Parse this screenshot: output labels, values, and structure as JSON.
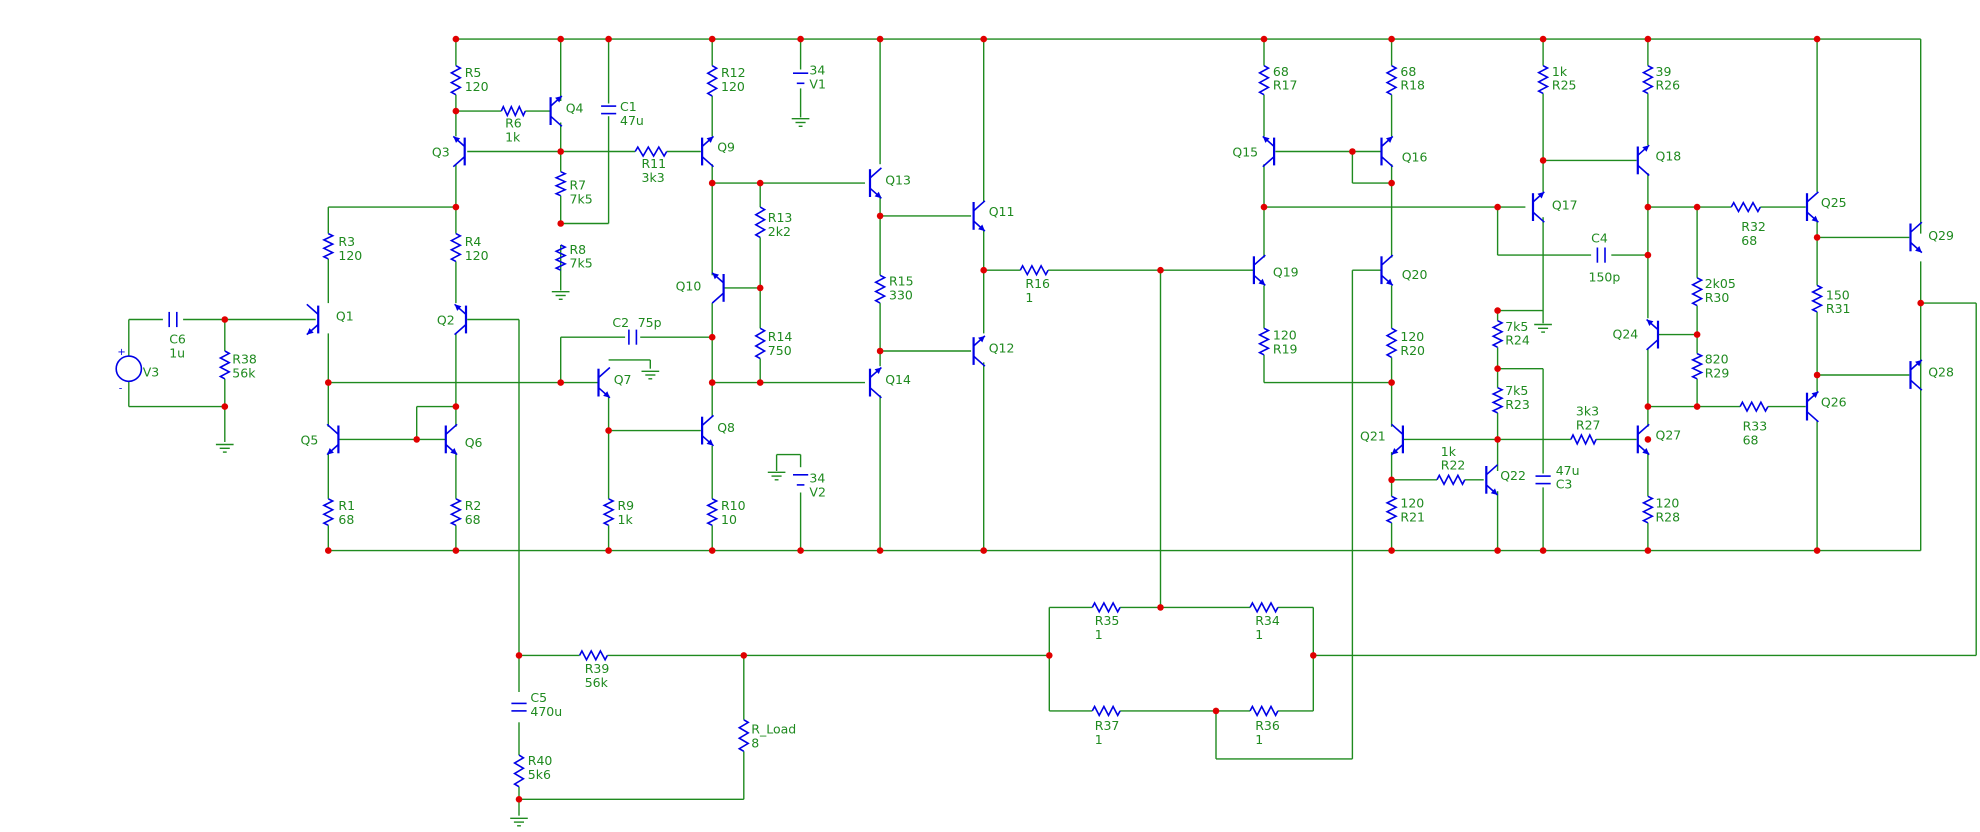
{
  "components": {
    "transistors": [
      "Q1",
      "Q2",
      "Q3",
      "Q4",
      "Q5",
      "Q6",
      "Q7",
      "Q8",
      "Q9",
      "Q10",
      "Q11",
      "Q12",
      "Q13",
      "Q14",
      "Q15",
      "Q16",
      "Q17",
      "Q18",
      "Q19",
      "Q20",
      "Q21",
      "Q22",
      "Q24",
      "Q25",
      "Q26",
      "Q27",
      "Q28",
      "Q29"
    ],
    "resistors": [
      {
        "ref": "R1",
        "value": "68"
      },
      {
        "ref": "R2",
        "value": "68"
      },
      {
        "ref": "R3",
        "value": "120"
      },
      {
        "ref": "R4",
        "value": "120"
      },
      {
        "ref": "R5",
        "value": "120"
      },
      {
        "ref": "R6",
        "value": "1k"
      },
      {
        "ref": "R7",
        "value": "7k5"
      },
      {
        "ref": "R8",
        "value": "7k5"
      },
      {
        "ref": "R9",
        "value": "1k"
      },
      {
        "ref": "R10",
        "value": "10"
      },
      {
        "ref": "R11",
        "value": "3k3"
      },
      {
        "ref": "R12",
        "value": "120"
      },
      {
        "ref": "R13",
        "value": "2k2"
      },
      {
        "ref": "R14",
        "value": "750"
      },
      {
        "ref": "R15",
        "value": "330"
      },
      {
        "ref": "R16",
        "value": "1"
      },
      {
        "ref": "R17",
        "value": "68"
      },
      {
        "ref": "R18",
        "value": "68"
      },
      {
        "ref": "R19",
        "value": "120"
      },
      {
        "ref": "R20",
        "value": "120"
      },
      {
        "ref": "R21",
        "value": "120"
      },
      {
        "ref": "R22",
        "value": "1k"
      },
      {
        "ref": "R23",
        "value": "7k5"
      },
      {
        "ref": "R24",
        "value": "7k5"
      },
      {
        "ref": "R25",
        "value": "1k"
      },
      {
        "ref": "R26",
        "value": "39"
      },
      {
        "ref": "R27",
        "value": "3k3"
      },
      {
        "ref": "R28",
        "value": "120"
      },
      {
        "ref": "R29",
        "value": "820"
      },
      {
        "ref": "R30",
        "value": "2k05"
      },
      {
        "ref": "R31",
        "value": "150"
      },
      {
        "ref": "R32",
        "value": "68"
      },
      {
        "ref": "R33",
        "value": "68"
      },
      {
        "ref": "R34",
        "value": "1"
      },
      {
        "ref": "R35",
        "value": "1"
      },
      {
        "ref": "R36",
        "value": "1"
      },
      {
        "ref": "R37",
        "value": "1"
      },
      {
        "ref": "R38",
        "value": "56k"
      },
      {
        "ref": "R39",
        "value": "56k"
      },
      {
        "ref": "R40",
        "value": "5k6"
      },
      {
        "ref": "R_Load",
        "value": "8"
      }
    ],
    "capacitors": [
      {
        "ref": "C1",
        "value": "47u"
      },
      {
        "ref": "C2",
        "value": "75p"
      },
      {
        "ref": "C3",
        "value": "47u"
      },
      {
        "ref": "C4",
        "value": "150p"
      },
      {
        "ref": "C5",
        "value": "470u"
      },
      {
        "ref": "C6",
        "value": "1u"
      }
    ],
    "sources": [
      {
        "ref": "V1",
        "value": "34"
      },
      {
        "ref": "V2",
        "value": "34"
      },
      {
        "ref": "V3",
        "value": ""
      }
    ]
  },
  "colors": {
    "wire": "#1f8a1f",
    "component": "#0000e6",
    "node": "#e00000",
    "label": "#1f8a1f",
    "background": "#ffffff"
  }
}
